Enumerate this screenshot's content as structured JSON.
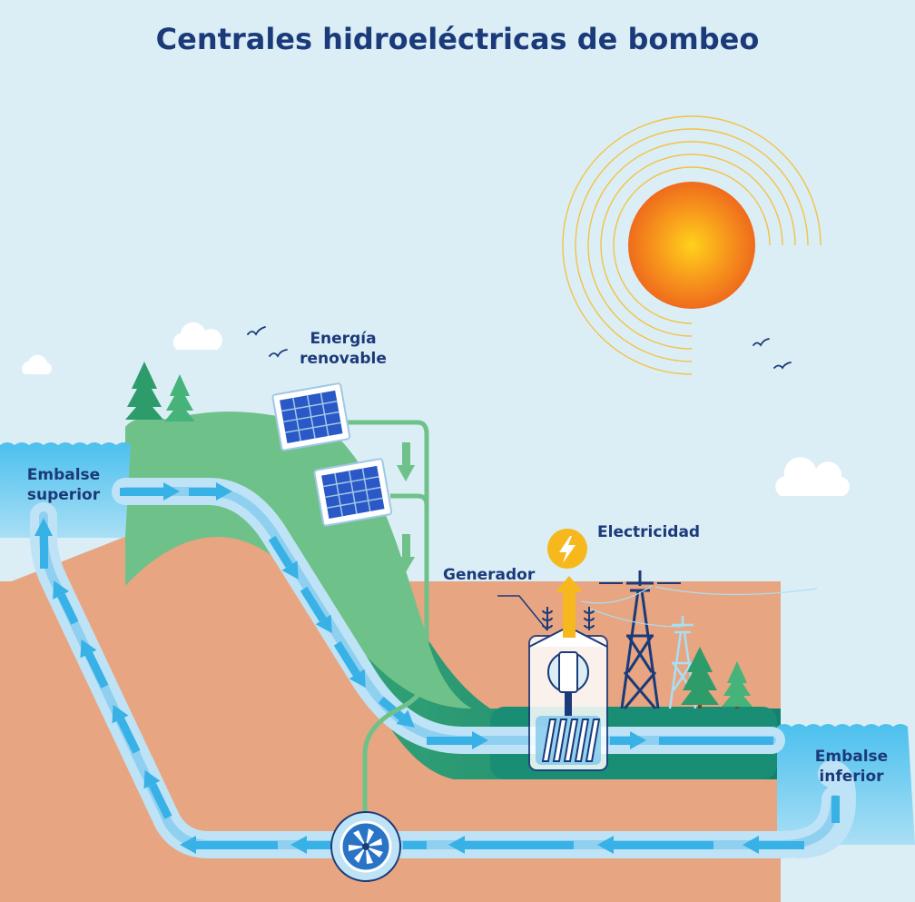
{
  "title": "Centrales hidroeléctricas de bombeo",
  "labels": {
    "renewable_line1": "Energía",
    "renewable_line2": "renovable",
    "upper_reservoir_line1": "Embalse",
    "upper_reservoir_line2": "superior",
    "lower_reservoir_line1": "Embalse",
    "lower_reservoir_line2": "inferior",
    "electricity": "Electricidad",
    "generator": "Generador"
  },
  "colors": {
    "sky": "#dbeef6",
    "title": "#1b3a7a",
    "water": "#3ab4e8",
    "pipe_outer": "#bfe3f6",
    "pipe_inner": "#38b1e6",
    "hill_light": "#6fc18a",
    "hill_dark": "#1f9a7a",
    "earth": "#e8a581",
    "sun_outer": "#f07b1a",
    "sun_inner": "#ffd11a",
    "energy_line": "#6fc18a",
    "electricity_arrow": "#f6b81c"
  },
  "icons": [
    "sun-icon",
    "solar-panel-icon",
    "tree-icon",
    "bird-icon",
    "cloud-icon",
    "lightning-icon",
    "pump-turbine-icon",
    "power-tower-icon"
  ]
}
